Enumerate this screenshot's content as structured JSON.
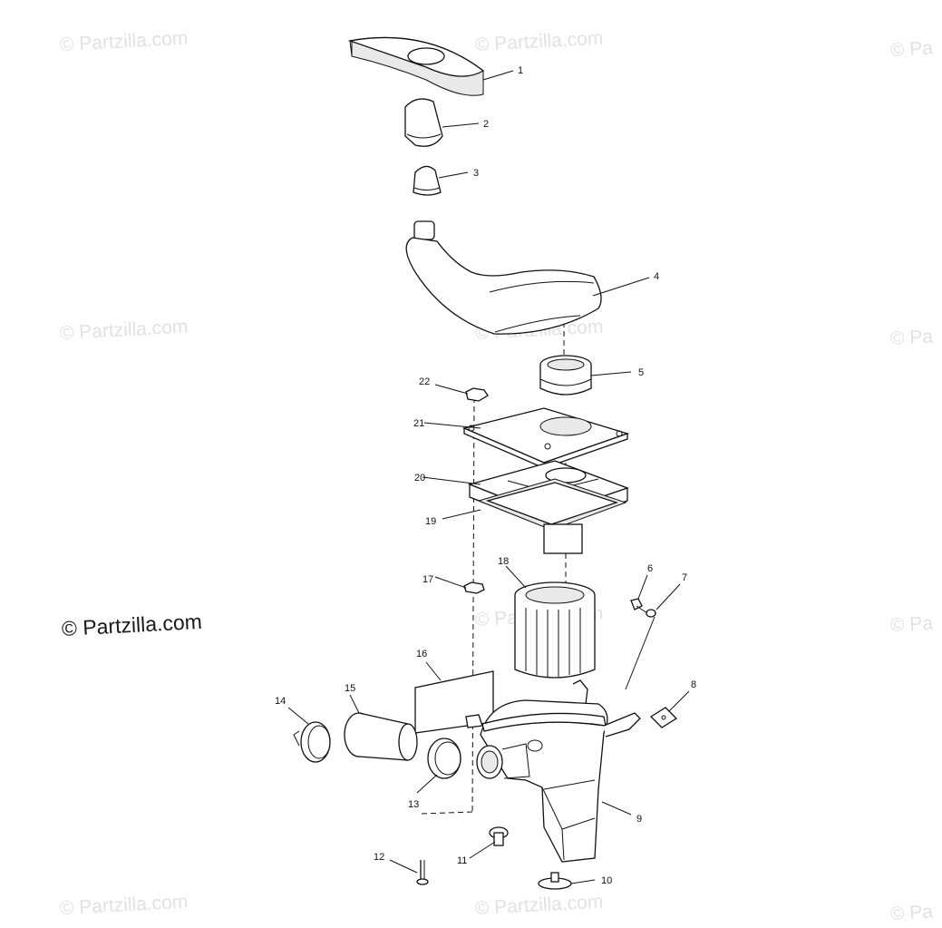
{
  "watermark": {
    "text": "© Partzilla.com",
    "partial_text": "© Pa"
  },
  "main_watermark": "© Partzilla.com",
  "callouts": {
    "c1": "1",
    "c2": "2",
    "c3": "3",
    "c4": "4",
    "c5": "5",
    "c6": "6",
    "c7": "7",
    "c8": "8",
    "c9": "9",
    "c10": "10",
    "c11": "11",
    "c12": "12",
    "c13": "13",
    "c14": "14",
    "c15": "15",
    "c16": "16",
    "c17": "17",
    "c18": "18",
    "c19": "19",
    "c20": "20",
    "c21": "21",
    "c22": "22"
  },
  "colors": {
    "line": "#111111",
    "watermark": "#e2e2e2",
    "background": "#ffffff"
  }
}
